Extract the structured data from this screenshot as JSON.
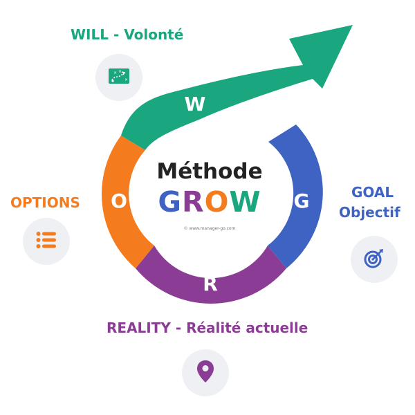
{
  "center": {
    "title": "Méthode",
    "grow_letters": [
      {
        "char": "G",
        "color": "#3f63c2"
      },
      {
        "char": "R",
        "color": "#8b3c94"
      },
      {
        "char": "O",
        "color": "#f47c1f"
      },
      {
        "char": "W",
        "color": "#1aa67e"
      }
    ],
    "copyright": "© www.manager-go.com"
  },
  "ring_letters": {
    "w": "W",
    "o": "O",
    "g": "G",
    "r": "R"
  },
  "steps": {
    "will": {
      "label": "WILL - Volonté",
      "color": "#1aa67e",
      "icon": "strategy-board-icon"
    },
    "options": {
      "label": "OPTIONS",
      "color": "#f47c1f",
      "icon": "list-icon"
    },
    "goal": {
      "label_line1": "GOAL",
      "label_line2": "Objectif",
      "color": "#3f63c2",
      "icon": "target-icon"
    },
    "reality": {
      "label": "REALITY - Réalité actuelle",
      "color": "#8b3c94",
      "icon": "location-pin-icon"
    }
  },
  "colors": {
    "green": "#1aa67e",
    "orange": "#f47c1f",
    "blue": "#3f63c2",
    "purple": "#8b3c94",
    "dark": "#222222",
    "icon_bg": "#eef0f3"
  }
}
